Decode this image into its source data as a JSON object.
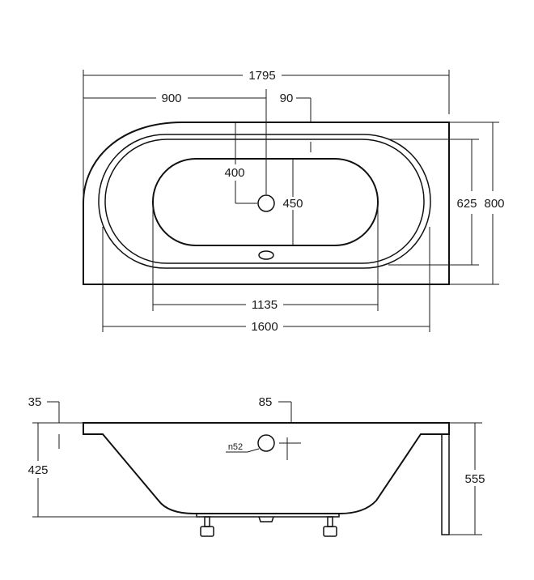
{
  "top_view": {
    "overall_length": "1795",
    "half_length": "900",
    "rim_offset": "90",
    "outer_width": "800",
    "inner_width": "625",
    "drain_offset": "400",
    "bottom_width": "450",
    "bottom_length": "1135",
    "inner_length": "1600"
  },
  "side_view": {
    "rim_thickness": "35",
    "rim_depth": "85",
    "overflow_label": "n52",
    "depth": "425",
    "total_height": "555"
  },
  "colors": {
    "line": "#1a1a1a",
    "background": "#ffffff"
  }
}
